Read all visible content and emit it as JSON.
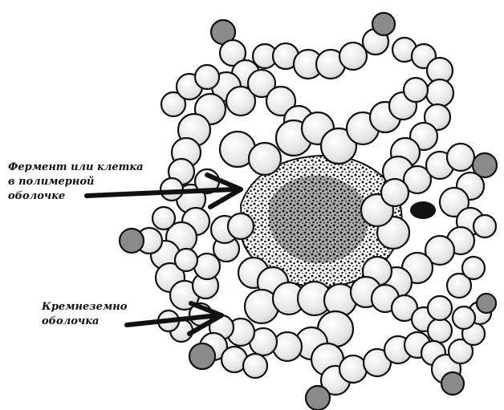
{
  "labels": {
    "enzyme_cell": [
      "Фермент или клетка",
      "в полимерной",
      "оболочке"
    ],
    "silica_shell": [
      "Кремнеземно",
      "оболочка"
    ]
  },
  "colors": {
    "bead_fill": "#eaeaea",
    "bead_shaded": "#8a8a8a",
    "outline": "#111111",
    "core": "#111111",
    "background": "#ffffff"
  },
  "icons": {
    "arrow_top": "arrow-right-icon",
    "arrow_bottom": "arrow-right-icon"
  }
}
